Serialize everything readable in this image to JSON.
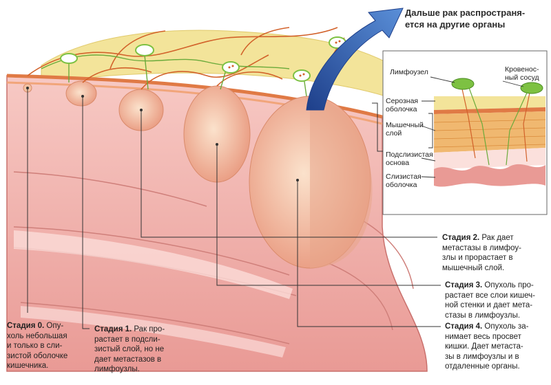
{
  "header_note": {
    "line1": "Дальше рак распростра­ня-",
    "line2": "ется на другие органы"
  },
  "inset": {
    "lymph_node": "Лимфоузел",
    "blood_vessel_1": "Кровенос-",
    "blood_vessel_2": "ный сосуд",
    "serosa_1": "Серозная",
    "serosa_2": "оболочка",
    "muscle_1": "Мышечный",
    "muscle_2": "слой",
    "submucosa_1": "Подслизистая",
    "submucosa_2": "основа",
    "mucosa_1": "Слизистая",
    "mucosa_2": "оболочка"
  },
  "stages": {
    "s0": {
      "title": "Стадия 0.",
      "l1": " Опу-",
      "l2": "холь небольшая",
      "l3": "и только в сли-",
      "l4": "зистой оболочке",
      "l5": "кишечника."
    },
    "s1": {
      "title": "Стадия 1.",
      "l1": " Рак про-",
      "l2": "растает в подсли-",
      "l3": "зистый слой, но не",
      "l4": "дает метастазов в",
      "l5": "лимфоузлы."
    },
    "s2": {
      "title": "Стадия 2.",
      "l1": " Рак дает",
      "l2": "метастазы в лимфоу-",
      "l3": "злы и прорастает в",
      "l4": "мышечный слой."
    },
    "s3": {
      "title": "Стадия 3.",
      "l1": " Опухоль про-",
      "l2": "растает все слои кишеч-",
      "l3": "ной стенки и дает мета-",
      "l4": "стазы в лимфоузлы."
    },
    "s4": {
      "title": "Стадия 4.",
      "l1": " Опухоль за-",
      "l2": "нимает весь просвет",
      "l3": "кишки. Дает метаста-",
      "l4": "зы в лимфоузлы и в",
      "l5": "отдаленные органы."
    }
  },
  "colors": {
    "tissue": "#f2b2ad",
    "tissue_dark": "#d9807c",
    "fat": "#f3e49a",
    "tumor": "#f6c3a0",
    "vessel": "#d2612a",
    "lymph": "#7dc142",
    "arrow": "#2d5fb0",
    "muscle": "#f0b870"
  }
}
